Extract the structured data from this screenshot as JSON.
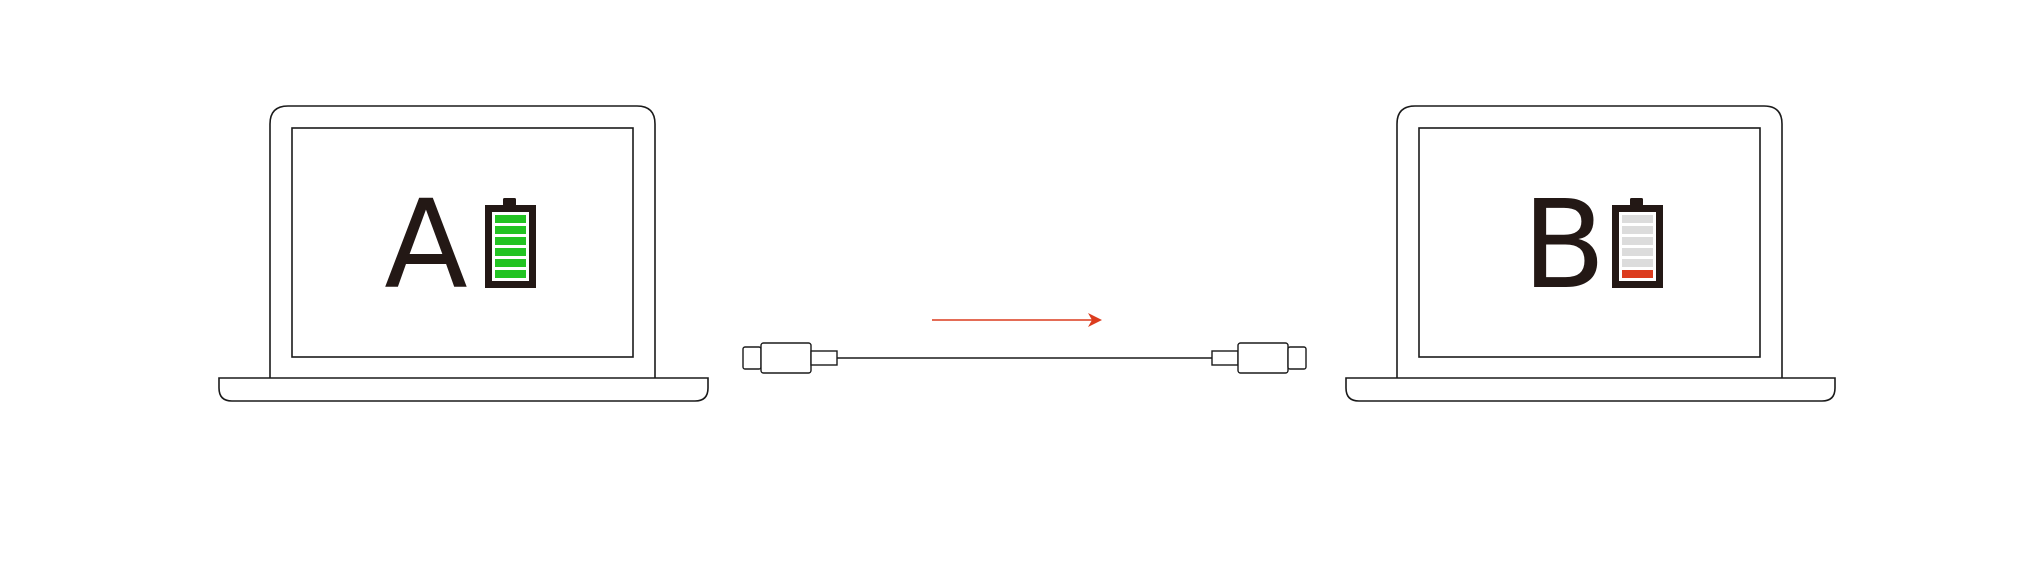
{
  "laptops": [
    {
      "id": "a",
      "letter": "A",
      "battery_level": 1.0
    },
    {
      "id": "b",
      "letter": "B",
      "battery_level": 0.2
    }
  ],
  "colors": {
    "outline": "#1a1a1a",
    "letter": "#231815",
    "battery_frame": "#231815",
    "battery_full": "#22c322",
    "battery_empty": "#dcdcdc",
    "battery_low": "#dc3c1e",
    "arrow": "#dc3c1e",
    "cable": "#1a1a1a"
  },
  "icons": {
    "laptop": "laptop-icon",
    "battery": "battery-icon",
    "connector": "usb-c-plug-icon",
    "arrow": "arrow-right-icon"
  },
  "arrow_direction": "A-to-B"
}
